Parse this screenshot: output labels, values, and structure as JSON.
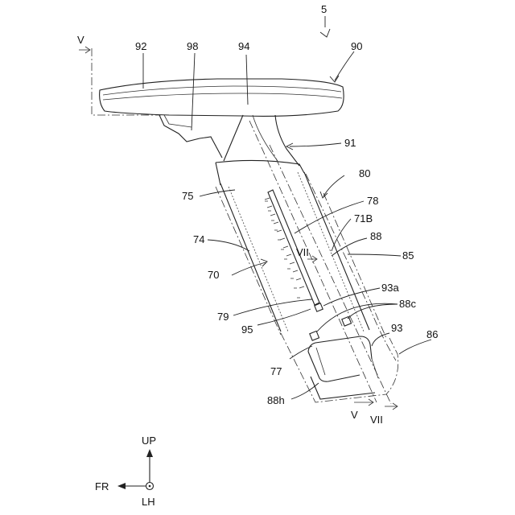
{
  "figure": {
    "labels": {
      "n5": "5",
      "n90": "90",
      "n92": "92",
      "n98": "98",
      "n94": "94",
      "n91": "91",
      "n80": "80",
      "n75": "75",
      "n78": "78",
      "n71B": "71B",
      "n88": "88",
      "n74": "74",
      "n85": "85",
      "n70": "70",
      "n93a": "93a",
      "n88c": "88c",
      "n79": "79",
      "n93": "93",
      "n95": "95",
      "n86": "86",
      "n77": "77",
      "n88h": "88h"
    },
    "sections": {
      "v_top": "V",
      "vii_mid": "VII",
      "v_bottom": "V",
      "vii_bottom": "VII"
    },
    "axes": {
      "up": "UP",
      "fr": "FR",
      "lh": "LH"
    }
  }
}
